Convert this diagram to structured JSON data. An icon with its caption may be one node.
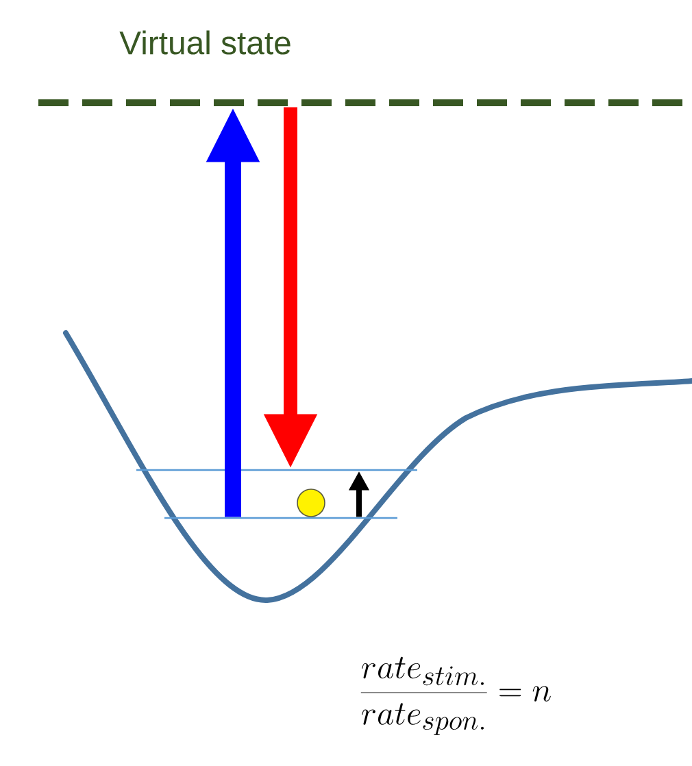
{
  "diagram": {
    "nodes": [
      {
        "text": [
          "Virtual state"
        ]
      },
      {
        "text": [],
        "shape": "bar"
      },
      {
        "text": [],
        "shape": "bar"
      }
    ],
    "edges": [
      {
        "from": 2,
        "to": 0,
        "arrow": "to",
        "color": "#0000ff"
      },
      {
        "from": 0,
        "to": 1,
        "arrow": "to",
        "color": "#ff0000"
      },
      {
        "from": 2,
        "to": 1,
        "arrow": "to",
        "color": "#000000"
      }
    ],
    "labels": [
      "\\frac{rate_{stim.}}{rate_{spon.}} = n"
    ]
  }
}
